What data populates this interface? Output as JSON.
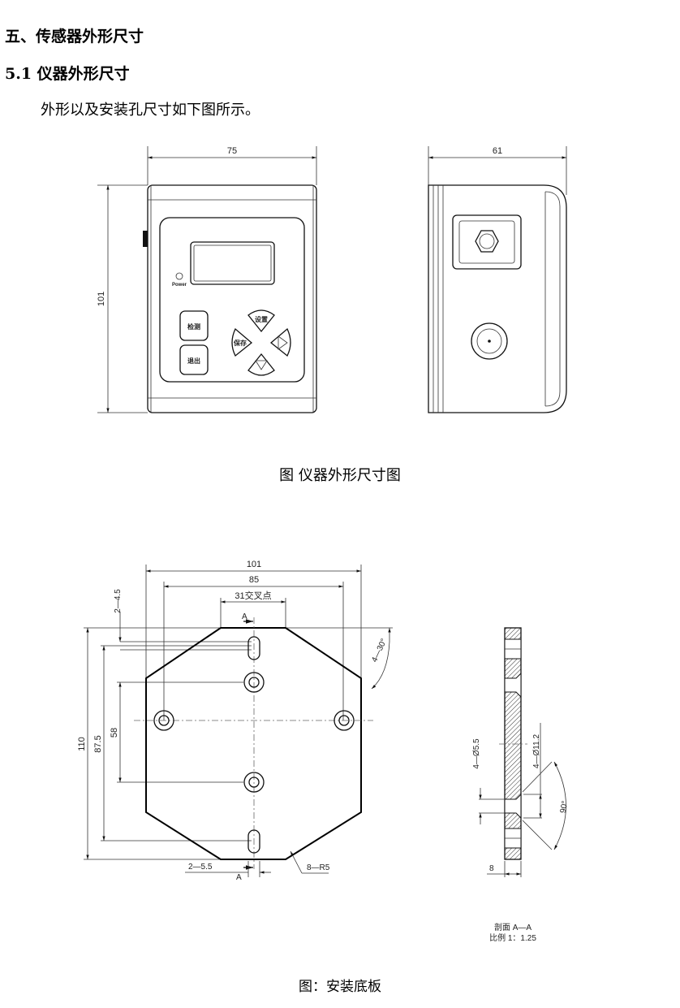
{
  "section_heading": "五、传感器外形尺寸",
  "subsection_heading": "5.1 仪器外形尺寸",
  "intro_text": "外形以及安装孔尺寸如下图所示。",
  "figure1": {
    "caption": "图  仪器外形尺寸图",
    "dim_width": "75",
    "dim_height": "101",
    "dim_depth": "61",
    "power_label": "Power",
    "buttons": [
      "检测",
      "退出",
      "设置",
      "保存"
    ]
  },
  "figure2": {
    "caption": "图：安装底板",
    "dim_101": "101",
    "dim_85": "85",
    "dim_31": "31交叉点",
    "dim_2_4_5": "2—4.5",
    "dim_4_30": "4—30°",
    "dim_110": "110",
    "dim_87_5": "87.5",
    "dim_58": "58",
    "section_mark": "A",
    "dim_2_5_5": "2—5.5",
    "dim_8_r5": "8—R5",
    "dim_d5_5": "4—Ø5.5",
    "dim_d11_2": "4—Ø11.2",
    "dim_90": "90°",
    "dim_8": "8",
    "section_label": "剖面 A—A",
    "scale_label": "比例 1：1.25"
  }
}
